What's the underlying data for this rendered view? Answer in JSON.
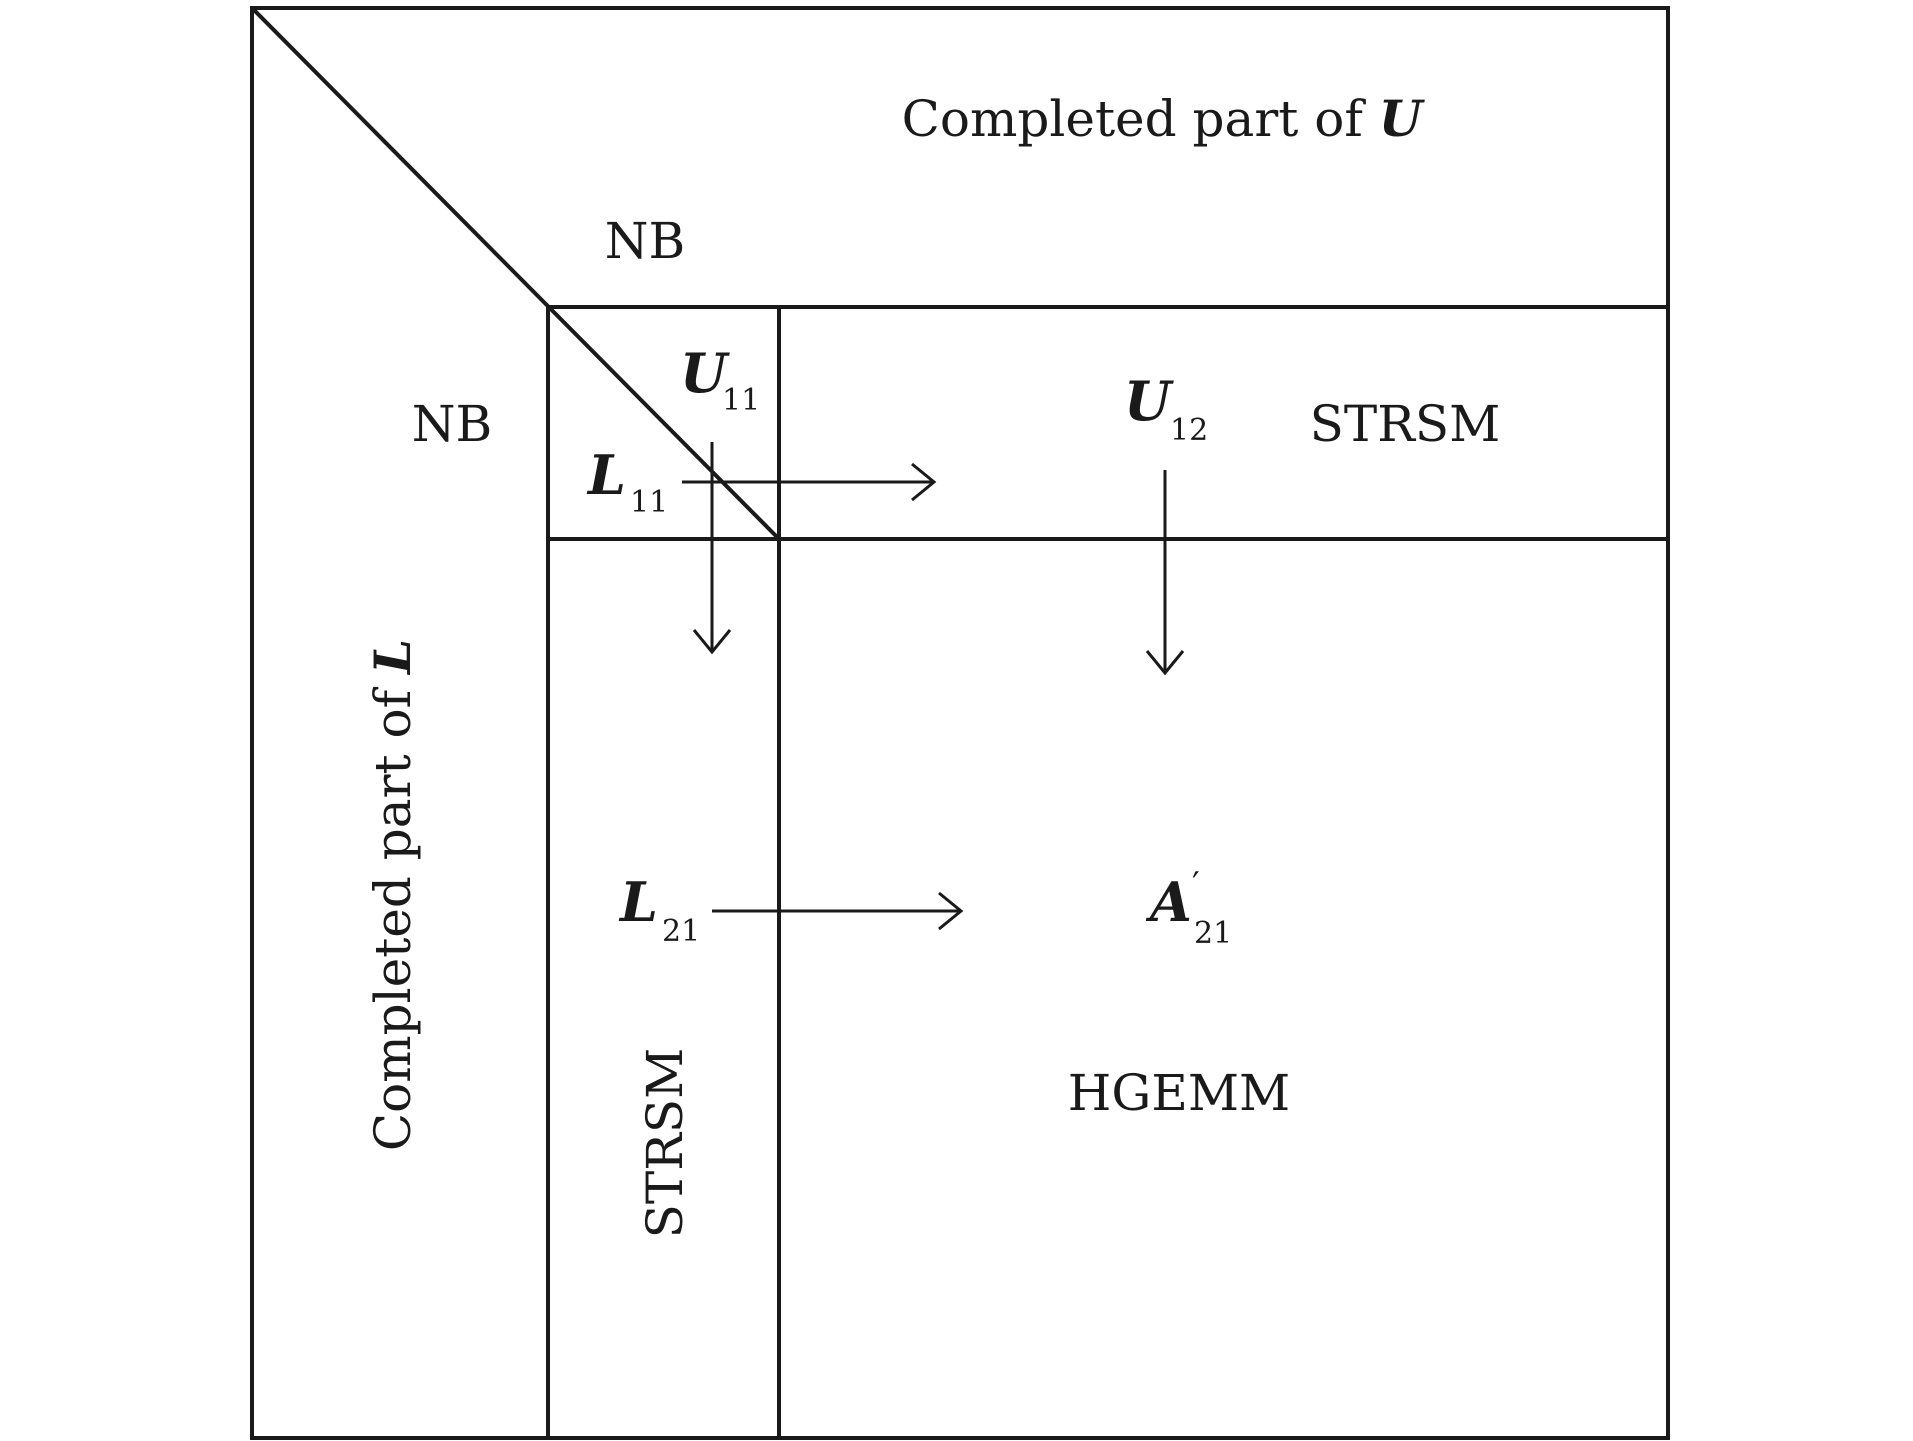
{
  "labels": {
    "completed_u_prefix": "Completed part of ",
    "completed_u_symbol": "U",
    "completed_l_prefix": "Completed part of ",
    "completed_l_symbol": "L",
    "nb_top": "NB",
    "nb_left": "NB",
    "strsm_right": "STRSM",
    "strsm_vertical": "STRSM",
    "hgemm": "HGEMM"
  },
  "blocks": {
    "u11": {
      "symbol": "U",
      "subscript": "11"
    },
    "l11": {
      "symbol": "L",
      "subscript": "11"
    },
    "u12": {
      "symbol": "U",
      "subscript": "12"
    },
    "l21": {
      "symbol": "L",
      "subscript": "21"
    },
    "a21": {
      "symbol": "A",
      "prime": "′",
      "subscript": "21"
    }
  }
}
